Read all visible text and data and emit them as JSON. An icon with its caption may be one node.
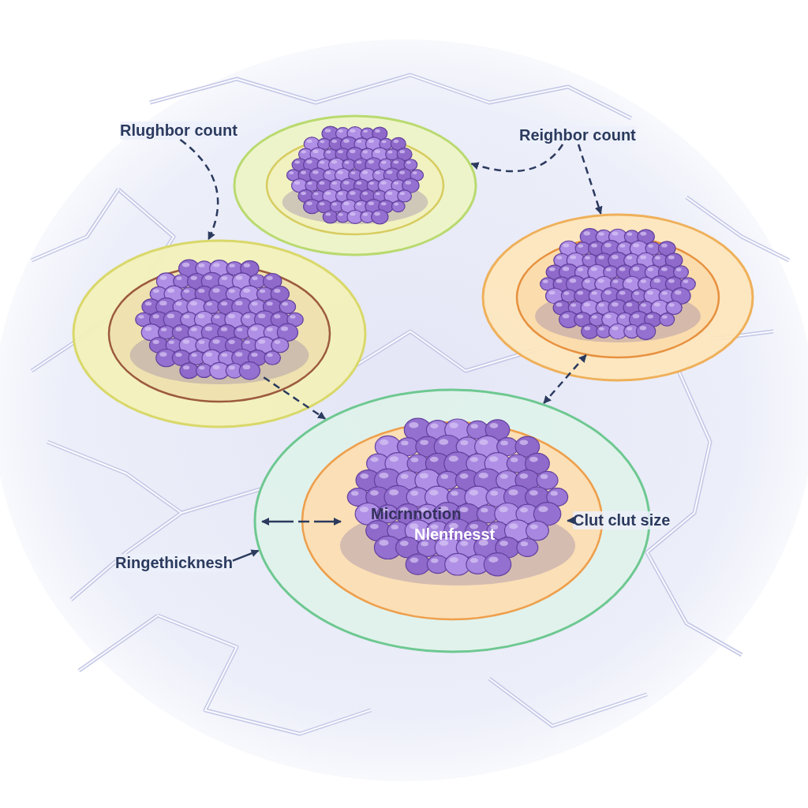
{
  "diagram": {
    "nodes": [
      {
        "text": [
          "Rlughbor count"
        ]
      },
      {
        "text": [],
        "shape": "picture"
      },
      {
        "text": [
          "Reighbor count"
        ]
      },
      {
        "text": [],
        "shape": "picture"
      },
      {
        "text": [],
        "shape": "picture"
      },
      {
        "text": [
          "Micrnnotion",
          "Nlenfnesst"
        ]
      },
      {
        "text": [
          "Ringethicknesh"
        ]
      },
      {
        "text": [
          "Clut clut size"
        ]
      }
    ],
    "edges": [
      {
        "from": 0,
        "to": 3,
        "arrow": "to",
        "style": "dashed"
      },
      {
        "from": 2,
        "to": 1,
        "arrow": "to",
        "style": "dashed"
      },
      {
        "from": 2,
        "to": 4,
        "arrow": "to",
        "style": "dashed"
      },
      {
        "from": 3,
        "to": 5,
        "arrow": "to",
        "style": "dashed"
      },
      {
        "from": 4,
        "to": 5,
        "arrow": "both",
        "style": "dashed"
      },
      {
        "from": 6,
        "to": 5,
        "arrow": "to"
      },
      {
        "from": 7,
        "to": 5,
        "arrow": "to"
      }
    ]
  }
}
